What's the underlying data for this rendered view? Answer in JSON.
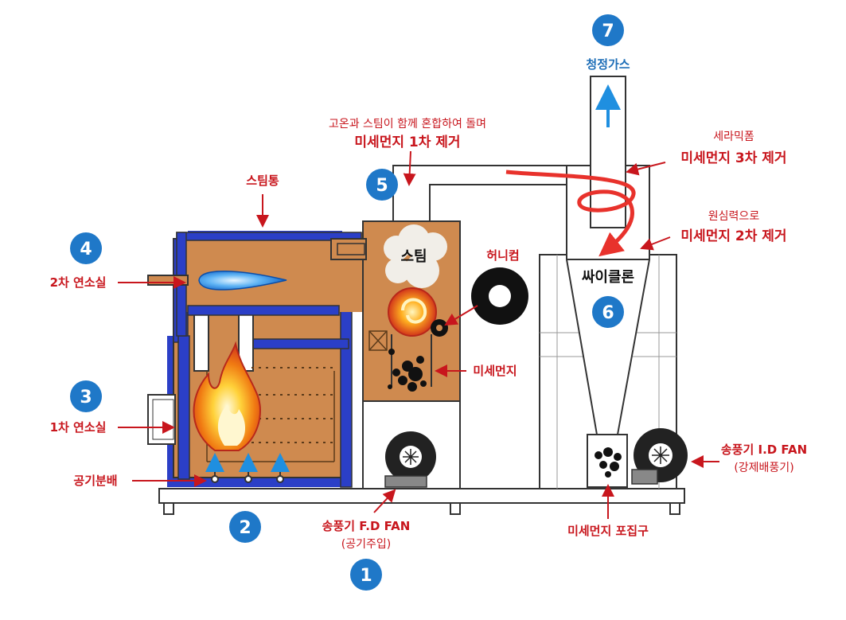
{
  "colors": {
    "label_red": "#c8161d",
    "badge_blue": "#1f78c8",
    "insulation_blue": "#2b3fc7",
    "furnace_orange": "#cf8a4f",
    "arrow_blue": "#1f8fe0"
  },
  "badges": [
    "1",
    "2",
    "3",
    "4",
    "5",
    "6",
    "7"
  ],
  "labels": {
    "clean_gas": "청정가스",
    "mix_line1": "고온과 스팀이 함께 혼합하여 돌며",
    "mix_line2": "미세먼지 1차 제거",
    "ceramic_line1": "세라믹폼",
    "ceramic_line2": "미세먼지 3차 제거",
    "centrifugal_line1": "원심력으로",
    "centrifugal_line2": "미세먼지 2차 제거",
    "steam_drum": "스팀통",
    "steam": "스팀",
    "honeycomb": "허니컴",
    "cyclone": "싸이클론",
    "secondary_chamber": "2차 연소실",
    "primary_chamber": "1차 연소실",
    "fine_dust": "미세먼지",
    "air_distribution": "공기분배",
    "fd_fan_line1": "송풍기 F.D FAN",
    "fd_fan_line2": "(공기주입)",
    "dust_collector": "미세먼지 포집구",
    "id_fan_line1": "송풍기 I.D FAN",
    "id_fan_line2": "(강제배풍기)"
  }
}
